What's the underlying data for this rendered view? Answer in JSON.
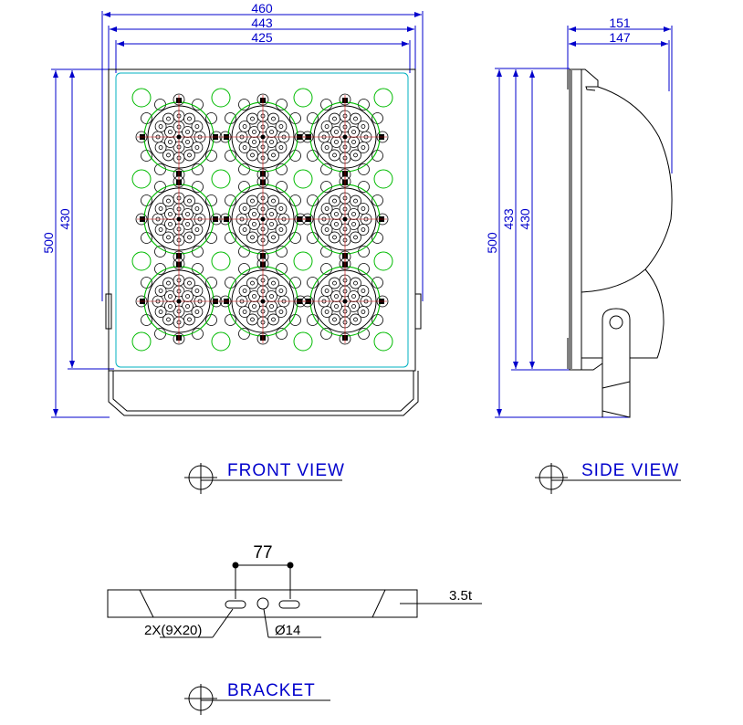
{
  "front_view": {
    "title": "FRONT VIEW",
    "dims": {
      "overall_width": "460",
      "housing_width": "443",
      "glass_width": "425",
      "overall_height": "500",
      "glass_height": "430"
    },
    "led_modules": {
      "rows": 3,
      "cols": 3
    }
  },
  "side_view": {
    "title": "SIDE VIEW",
    "dims": {
      "overall_depth": "151",
      "housing_depth": "147",
      "overall_height": "500",
      "housing_height": "433",
      "glass_height": "430"
    }
  },
  "bracket": {
    "title": "BRACKET",
    "slot_spacing": "77",
    "thickness": "3.5t",
    "slots": "2X(9X20)",
    "hole": "Ø14"
  },
  "colors": {
    "dimension": "#0000cc",
    "led_ring": "#00bb00",
    "glass": "#00b0c0",
    "outline": "#000000"
  }
}
